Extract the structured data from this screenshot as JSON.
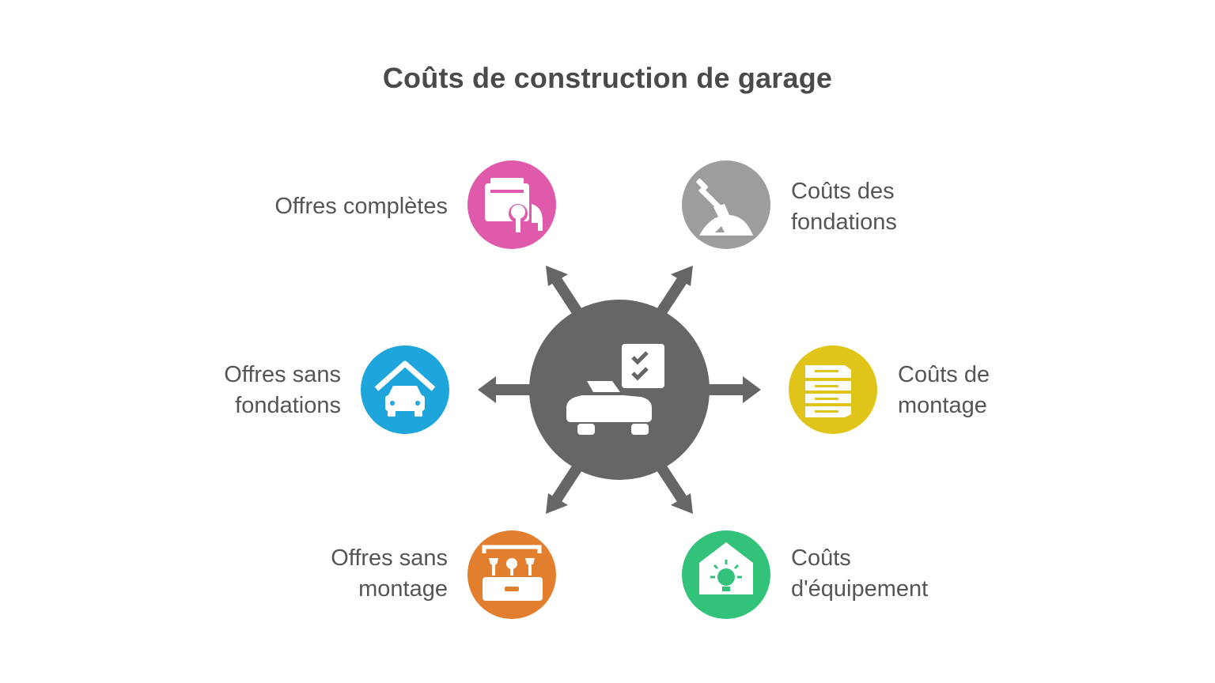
{
  "title": "Coûts de construction de garage",
  "center": {
    "icon": "car-checklist-icon",
    "color": "#666666"
  },
  "arrow_color": "#666666",
  "nodes": [
    {
      "id": "offres-completes",
      "lines": [
        "Offres complètes"
      ],
      "icon": "package-tools-icon",
      "color": "#e05aab"
    },
    {
      "id": "couts-fondations",
      "lines": [
        "Coûts des",
        "fondations"
      ],
      "icon": "shovel-icon",
      "color": "#9d9d9d"
    },
    {
      "id": "offres-sans-fondations",
      "lines": [
        "Offres sans",
        "fondations"
      ],
      "icon": "garage-car-icon",
      "color": "#1ea6dc"
    },
    {
      "id": "couts-montage",
      "lines": [
        "Coûts de",
        "montage"
      ],
      "icon": "stacked-boards-icon",
      "color": "#e0c41a"
    },
    {
      "id": "offres-sans-montage",
      "lines": [
        "Offres sans",
        "montage"
      ],
      "icon": "toolbox-icon",
      "color": "#e27f2e"
    },
    {
      "id": "couts-equipement",
      "lines": [
        "Coûts",
        "d'équipement"
      ],
      "icon": "house-light-icon",
      "color": "#33c27a"
    }
  ]
}
